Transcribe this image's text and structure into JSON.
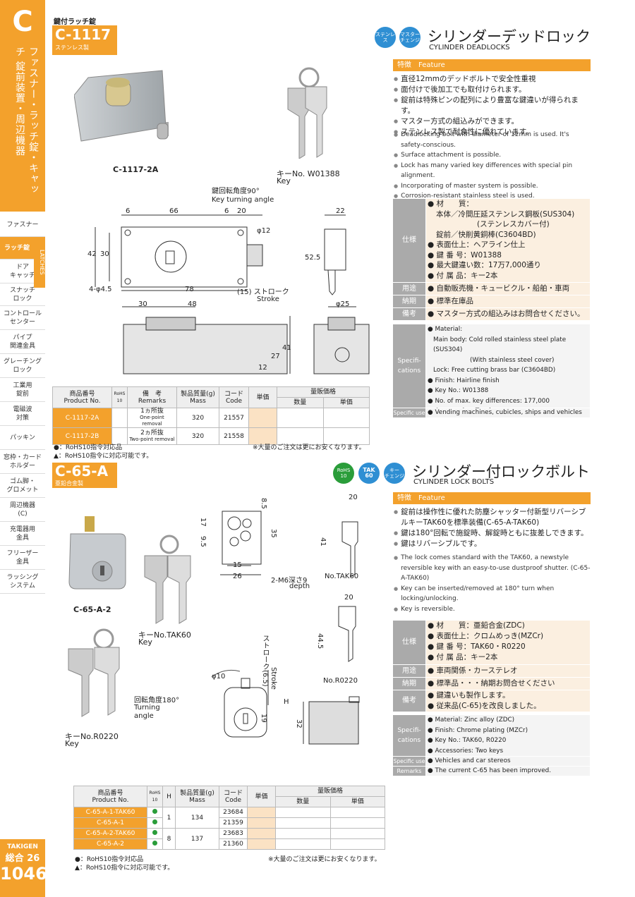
{
  "sidebar": {
    "letter": "C",
    "vertical": "ファスナー・ラッチ錠・キャッチ 錠前装置・周辺機器",
    "items": [
      "ファスナー",
      "ラッチ錠",
      "ドア\nキャッチ",
      "スナッチ\nロック",
      "コントロール\nセンター",
      "パイプ\n関連金具",
      "グレーチング\nロック",
      "工業用\n錠前",
      "電磁波\n対策",
      "パッキン",
      "窓枠・カード\nホルダー",
      "ゴム脚・\nグロメット",
      "周辺機器\n(C)",
      "充電器用\n金具",
      "フリーザー\n金具",
      "ラッシング\nシステム"
    ],
    "latches": "LATCHES",
    "brand": "TAKIGEN",
    "total_label": "総合",
    "total_num": "26",
    "page": "1046"
  },
  "s1": {
    "category": "鍵付ラッチ錠",
    "code": "C-1117",
    "material": "ステンレス製",
    "badges": [
      "ステンレス",
      "マスター\nチェンジ"
    ],
    "title_jp": "シリンダーデッドロック",
    "title_en": "CYLINDER DEADLOCKS",
    "photo_label": "C-1117-2A",
    "key_label": "キーNo. W01388",
    "key_en": "Key",
    "dims": {
      "angle_jp": "鍵回転角度90°",
      "angle_en": "Key turning angle",
      "d6a": "6",
      "d66": "66",
      "d6b": "6",
      "d20": "20",
      "d22": "22",
      "phi12": "φ12",
      "d42": "42",
      "d30": "30",
      "d52_5": "52.5",
      "holes": "4-φ4.5",
      "d78": "78",
      "stroke": "(15) ストローク",
      "stroke_en": "Stroke",
      "d30b": "30",
      "d48": "48",
      "phi25": "φ25",
      "d41": "41",
      "d27": "27",
      "d12": "12"
    },
    "feature_label": "特徴",
    "feature_en": "Feature",
    "features_jp": [
      "直径12mmのデッドボルトで安全性重視",
      "面付けで後加工でも取付けられます。",
      "錠前は特殊ピンの配列により豊富な鍵違いが得られます。",
      "マスター方式の組込みができます。",
      "ステンレス製で耐食性に優れています。"
    ],
    "features_en": [
      "Deadlocking bolt with diameter of 12mm is used. It's safety-conscious.",
      "Surface attachment is possible.",
      "Lock has many varied key differences with special pin alignment.",
      "Incorporating of master system is possible.",
      "Corrosion-resistant stainless steel is used."
    ],
    "spec_label": "仕様",
    "spec_jp": [
      "● 材　　質：",
      "本体／冷間圧延ステンレス鋼板(SUS304)",
      "(ステンレスカバー付)",
      "錠前／快削黄銅棒(C3604BD)",
      "● 表面仕上：ヘアライン仕上",
      "● 鍵 番 号：W01388",
      "● 最大鍵違い数：17万7,000通り",
      "● 付 属 品：キー2本"
    ],
    "use_label": "用途",
    "use": "● 自動販売機・キュービクル・船舶・車両",
    "delivery_label": "納期",
    "delivery": "● 標準在庫品",
    "remarks_label": "備考",
    "remarks": "● マスター方式の組込みはお問合せください。",
    "spec_en_label": "Specifi-\ncations",
    "spec_en": [
      "● Material:",
      "Main body: Cold rolled stainless steel plate (SUS304)",
      "(With stainless steel cover)",
      "Lock: Free cutting brass bar (C3604BD)",
      "● Finish: Hairline finish",
      "● Key No.: W01388",
      "● No. of max. key differences: 177,000",
      "● Accessories: Two keys"
    ],
    "use_en_label": "Specific use",
    "use_en": "● Vending machines, cubicles, ships and vehicles",
    "table": {
      "h_product": "商品番号",
      "h_product_en": "Product No.",
      "h_rohs": "RoHS 10",
      "h_remarks": "備　考",
      "h_remarks_en": "Remarks",
      "h_mass": "製品質量(g)",
      "h_mass_en": "Mass",
      "h_code": "コード",
      "h_code_en": "Code",
      "h_unit": "単価",
      "h_vol": "量販価格",
      "h_qty": "数量",
      "h_vunit": "単価",
      "rows": [
        {
          "pn": "C-1117-2A",
          "r1": "1ヵ所抜",
          "r2": "One-point removal",
          "mass": "320",
          "code": "21557"
        },
        {
          "pn": "C-1117-2B",
          "r1": "2ヵ所抜",
          "r2": "Two-point removal",
          "mass": "320",
          "code": "21558"
        }
      ]
    },
    "note1": "●：RoHS10指令対応品",
    "note2": "▲：RoHS10指令に対応可能です。",
    "note3": "※大量のご注文は更にお安くなります。"
  },
  "s2": {
    "code": "C-65-A",
    "material": "亜鉛合金製",
    "badges": [
      "RoHS\n10",
      "TAK\n60",
      "キー\nチェンジ"
    ],
    "title_jp": "シリンダー付ロックボルト",
    "title_en": "CYLINDER LOCK BOLTS",
    "photo_label": "C-65-A-2",
    "key1": "キーNo.TAK60",
    "key1_en": "Key",
    "key2": "キーNo.R0220",
    "key2_en": "Key",
    "dims": {
      "d8_5": "8.5",
      "d17": "17",
      "d9_5": "9.5",
      "d35": "35",
      "d15": "15",
      "d26": "26",
      "m6": "2-M6深さ9",
      "depth": "depth",
      "d20a": "20",
      "d41": "41",
      "tak": "No.TAK60",
      "d20b": "20",
      "d44_5": "44.5",
      "r0220": "No.R0220",
      "phi10": "φ10",
      "stroke_jp": "ストローク(6.5)",
      "stroke_en": "Stroke",
      "angle_jp": "回転角度180°",
      "angle_en1": "Turning",
      "angle_en2": "angle",
      "H": "H",
      "d19": "19",
      "d32": "32"
    },
    "feature_label": "特徴",
    "feature_en": "Feature",
    "features_jp": [
      "錠前は操作性に優れた防塵シャッター付新型リバーシブルキーTAK60を標準装備(C-65-A-TAK60)",
      "鍵は180°回転で施錠時、解錠時ともに抜差しできます。",
      "鍵はリバーシブルです。"
    ],
    "features_en": [
      "The lock comes standard with the TAK60, a newstyle reversible key with an easy-to-use dustproof shutter. (C-65-A-TAK60)",
      "Key can be inserted/removed at 180° turn when locking/unlocking.",
      "Key is reversible."
    ],
    "spec_label": "仕様",
    "spec_jp": [
      "● 材　　質：亜鉛合金(ZDC)",
      "● 表面仕上：クロムめっき(MZCr)",
      "● 鍵 番 号：TAK60・R0220",
      "● 付 属 品：キー2本"
    ],
    "use_label": "用途",
    "use": "● 車両関係・カーステレオ",
    "delivery_label": "納期",
    "delivery": "● 標準品・・・納期お問合せください",
    "remarks_label": "備考",
    "remarks": [
      "● 鍵違いも製作します。",
      "● 従来品(C-65)を改良しました。"
    ],
    "spec_en_label": "Specifi-\ncations",
    "spec_en": [
      "● Material: Zinc alloy (ZDC)",
      "● Finish: Chrome plating (MZCr)",
      "● Key No.: TAK60, R0220",
      "● Accessories: Two keys"
    ],
    "use_en_label": "Specific use",
    "use_en": "● Vehicles and car stereos",
    "rem_en_label": "Remarks",
    "rem_en": "● The current C-65 has been improved.",
    "table": {
      "h_product": "商品番号",
      "h_product_en": "Product No.",
      "h_rohs": "RoHS 10",
      "h_H": "H",
      "h_mass": "製品質量(g)",
      "h_mass_en": "Mass",
      "h_code": "コード",
      "h_code_en": "Code",
      "h_unit": "単価",
      "h_vol": "量販価格",
      "h_qty": "数量",
      "h_vunit": "単価",
      "rows": [
        {
          "pn": "C-65-A-1-TAK60",
          "code": "23684"
        },
        {
          "pn": "C-65-A-1",
          "code": "21359"
        },
        {
          "pn": "C-65-A-2-TAK60",
          "code": "23683"
        },
        {
          "pn": "C-65-A-2",
          "code": "21360"
        }
      ],
      "H1": "1",
      "mass1": "134",
      "H2": "8",
      "mass2": "137"
    },
    "note1": "●：RoHS10指令対応品",
    "note2": "▲：RoHS10指令に対応可能です。",
    "note3": "※大量のご注文は更にお安くなります。"
  }
}
